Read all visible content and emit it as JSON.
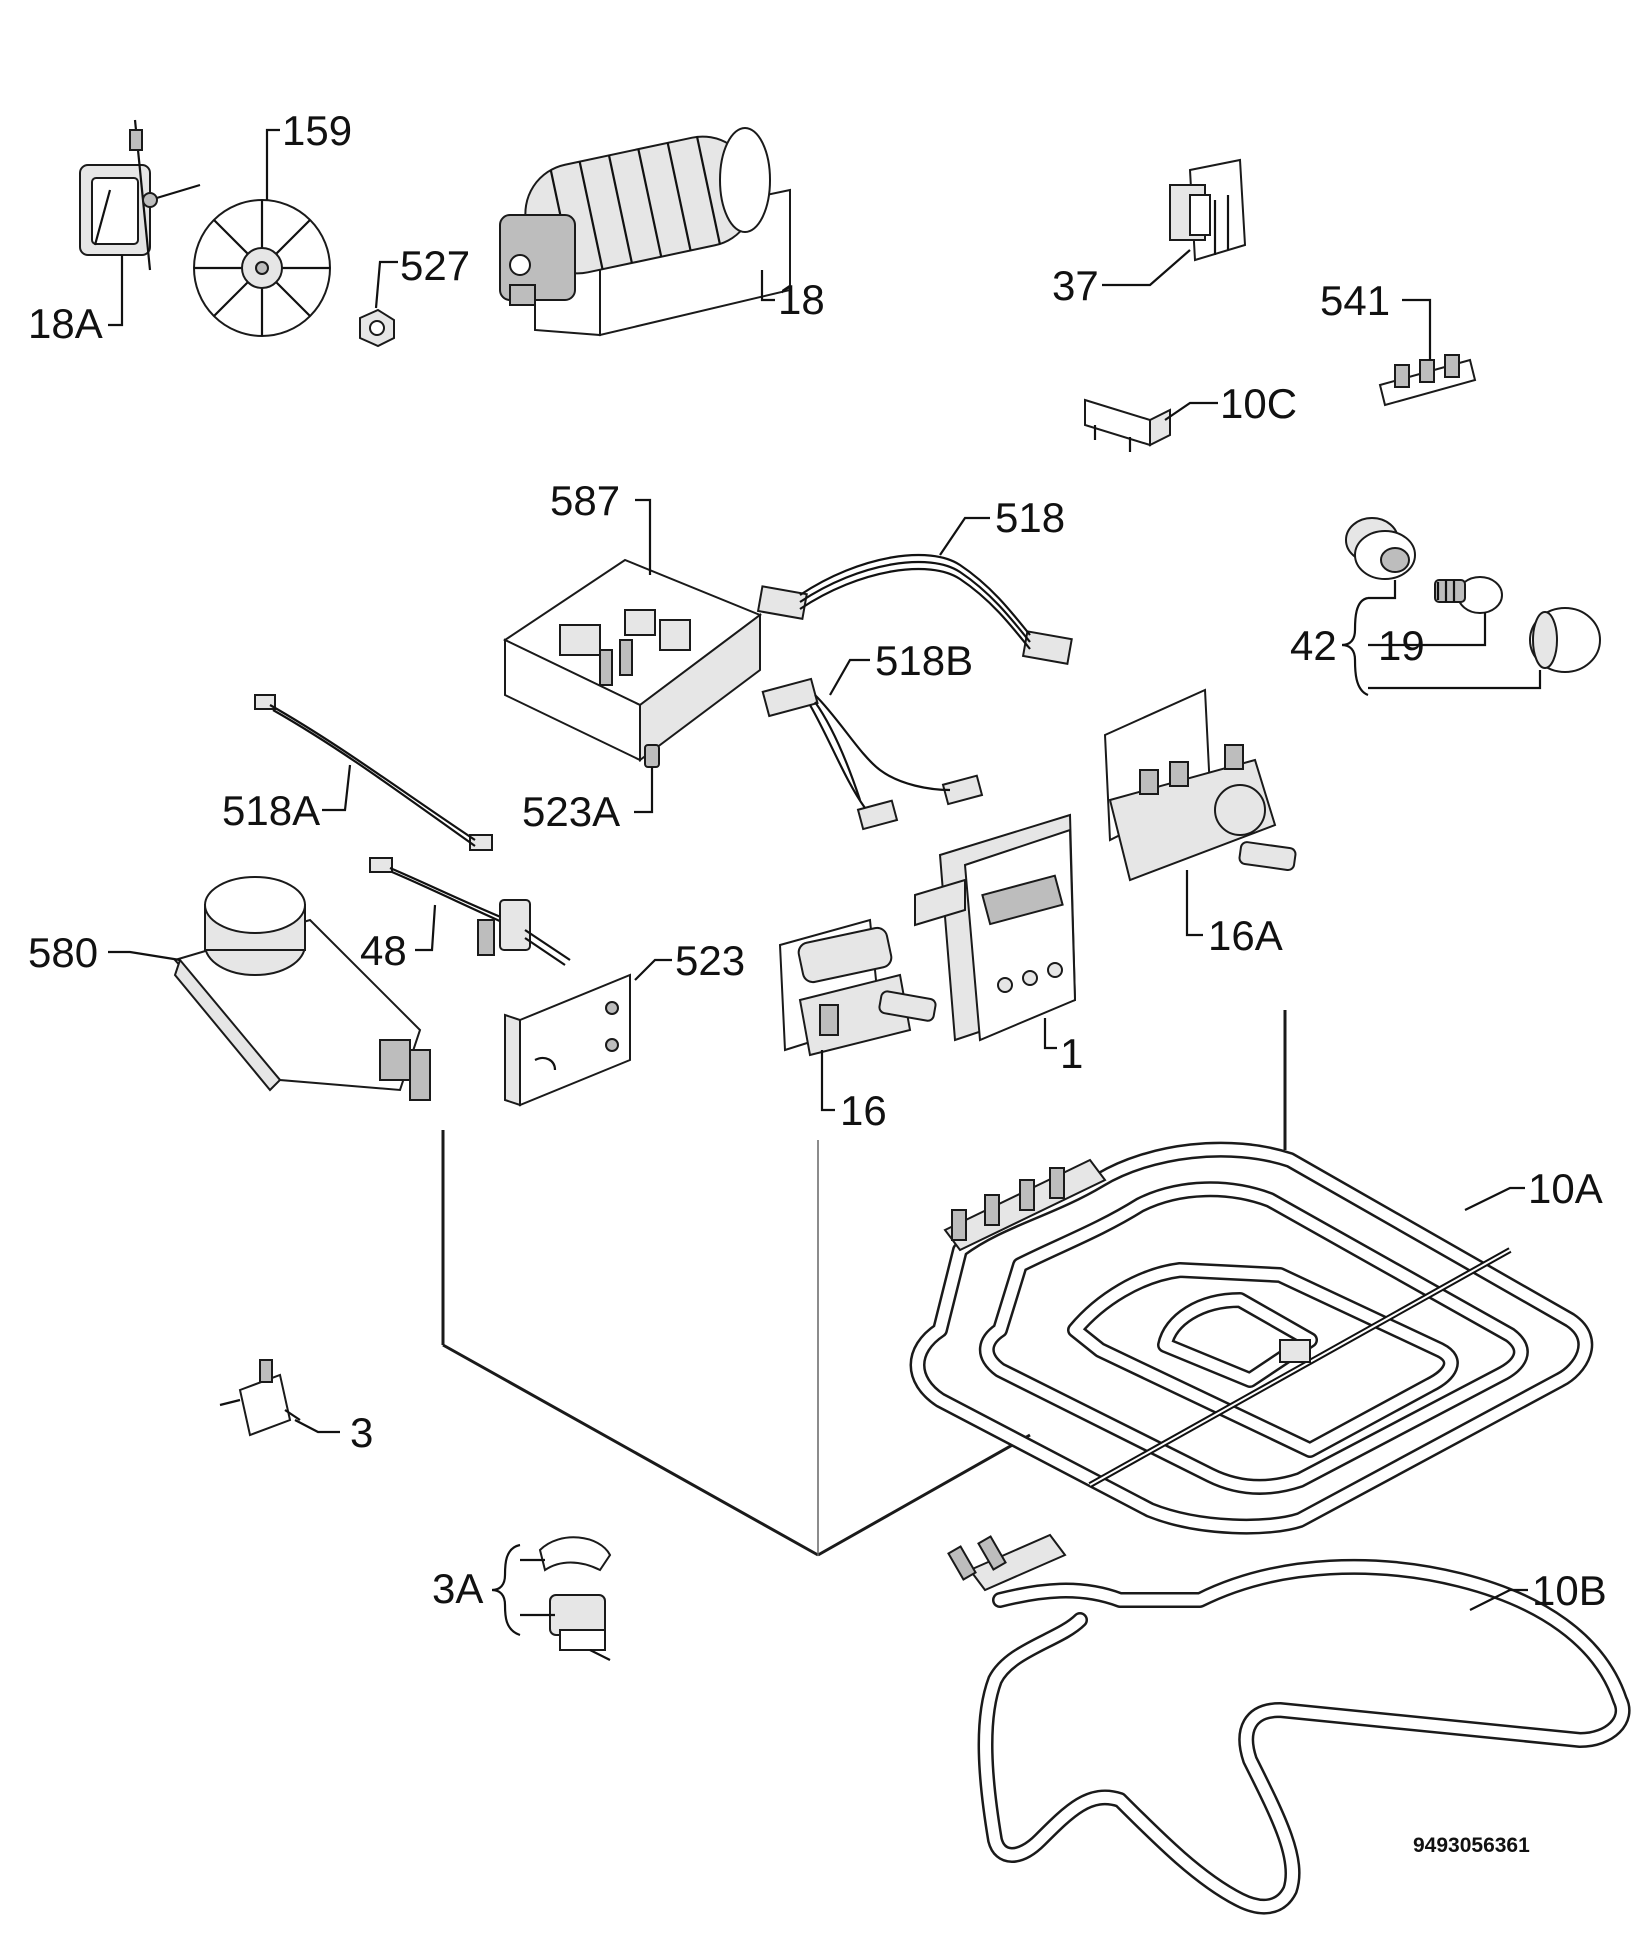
{
  "labels": {
    "l18a": "18A",
    "l159": "159",
    "l527": "527",
    "l18": "18",
    "l37": "37",
    "l541": "541",
    "l10c": "10C",
    "l587": "587",
    "l518": "518",
    "l518b": "518B",
    "l42": "42",
    "l19": "19",
    "l518a": "518A",
    "l523a": "523A",
    "l16a": "16A",
    "l580": "580",
    "l48": "48",
    "l523": "523",
    "l1": "1",
    "l16": "16",
    "l10a": "10A",
    "l3": "3",
    "l3a": "3A",
    "l10b": "10B"
  },
  "drawing_code": "9493056361"
}
